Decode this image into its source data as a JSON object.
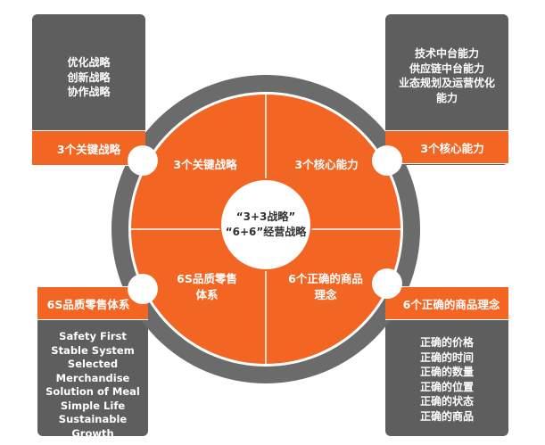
{
  "center": {
    "line1": "“3+3战略”",
    "line2": "“6+6”经营战略"
  },
  "quadrants": {
    "top_left": "3个关键战略",
    "top_right": "3个核心能力",
    "bottom_left_line1": "6S品质零售",
    "bottom_left_line2": "体系",
    "bottom_right_line1": "6个正确的商品",
    "bottom_right_line2": "理念"
  },
  "cards": {
    "top_left": {
      "title": "3个关键战略",
      "items": [
        "优化战略",
        "创新战略",
        "协作战略"
      ]
    },
    "top_right": {
      "title": "3个核心能力",
      "items": [
        "技术中台能力",
        "供应链中台能力",
        "业态规划及运营优化",
        "能力"
      ]
    },
    "bottom_left": {
      "title": "6S品质零售体系",
      "items": [
        "Safety First",
        "Stable System",
        "Selected",
        "Merchandise",
        "Solution of Meal",
        "Simple Life",
        "Sustainable Growth"
      ]
    },
    "bottom_right": {
      "title": "6个正确的商品理念",
      "items": [
        "正确的价格",
        "正确的时间",
        "正确的数量",
        "正确的位置",
        "正确的状态",
        "正确的商品"
      ]
    }
  },
  "colors": {
    "orange": "#f26522",
    "gray": "#5e5e5e",
    "ring": "#6b6b6b",
    "white": "#ffffff"
  }
}
